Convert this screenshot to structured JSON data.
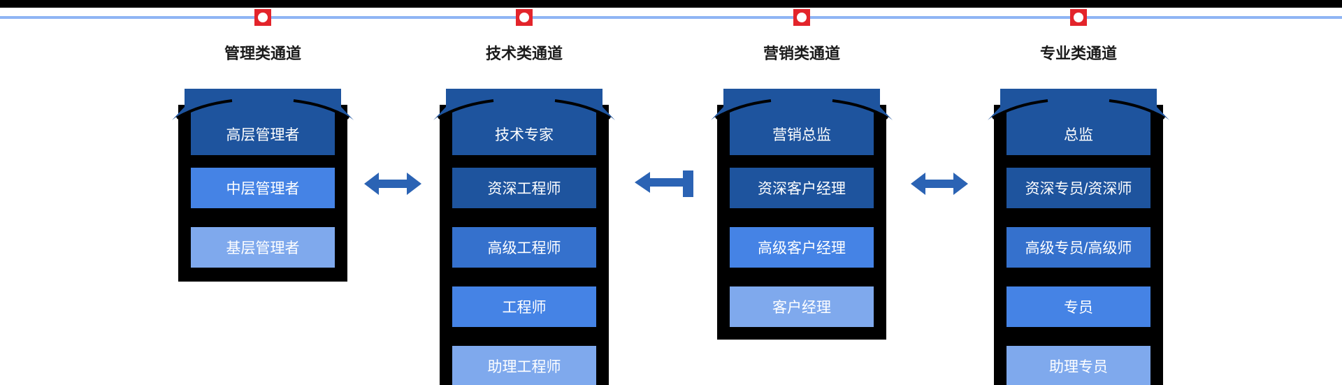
{
  "colors": {
    "bg": "#ffffff",
    "black": "#000000",
    "white": "#ffffff",
    "title_text": "#1b1b1b",
    "box_text": "#ffffff",
    "line": "#8fb5f4",
    "red": "#e3242b",
    "dark": "#1e549e",
    "middark": "#3571cd",
    "medium": "#4583e5",
    "light": "#7fa9ed",
    "arrow": "#2b63b4"
  },
  "channels": [
    {
      "title": "管理类通道",
      "levels": [
        {
          "label": "高层管理者",
          "tone": "dark"
        },
        {
          "label": "中层管理者",
          "tone": "medium"
        },
        {
          "label": "基层管理者",
          "tone": "light"
        }
      ]
    },
    {
      "title": "技术类通道",
      "levels": [
        {
          "label": "技术专家",
          "tone": "dark"
        },
        {
          "label": "资深工程师",
          "tone": "dark"
        },
        {
          "label": "高级工程师",
          "tone": "middark"
        },
        {
          "label": "工程师",
          "tone": "medium"
        },
        {
          "label": "助理工程师",
          "tone": "light"
        }
      ]
    },
    {
      "title": "营销类通道",
      "levels": [
        {
          "label": "营销总监",
          "tone": "dark"
        },
        {
          "label": "资深客户经理",
          "tone": "dark"
        },
        {
          "label": "高级客户经理",
          "tone": "medium"
        },
        {
          "label": "客户经理",
          "tone": "light"
        }
      ]
    },
    {
      "title": "专业类通道",
      "levels": [
        {
          "label": "总监",
          "tone": "dark"
        },
        {
          "label": "资深专员/资深师",
          "tone": "dark"
        },
        {
          "label": "高级专员/高级师",
          "tone": "middark"
        },
        {
          "label": "专员",
          "tone": "medium"
        },
        {
          "label": "助理专员",
          "tone": "light"
        }
      ]
    }
  ],
  "arrows": [
    {
      "between": "management-technical",
      "type": "double"
    },
    {
      "between": "marketing-to-technical",
      "type": "left"
    },
    {
      "between": "marketing-professional",
      "type": "double"
    }
  ],
  "markers": {
    "count": 4,
    "icon": "milestone-dot-icon"
  }
}
